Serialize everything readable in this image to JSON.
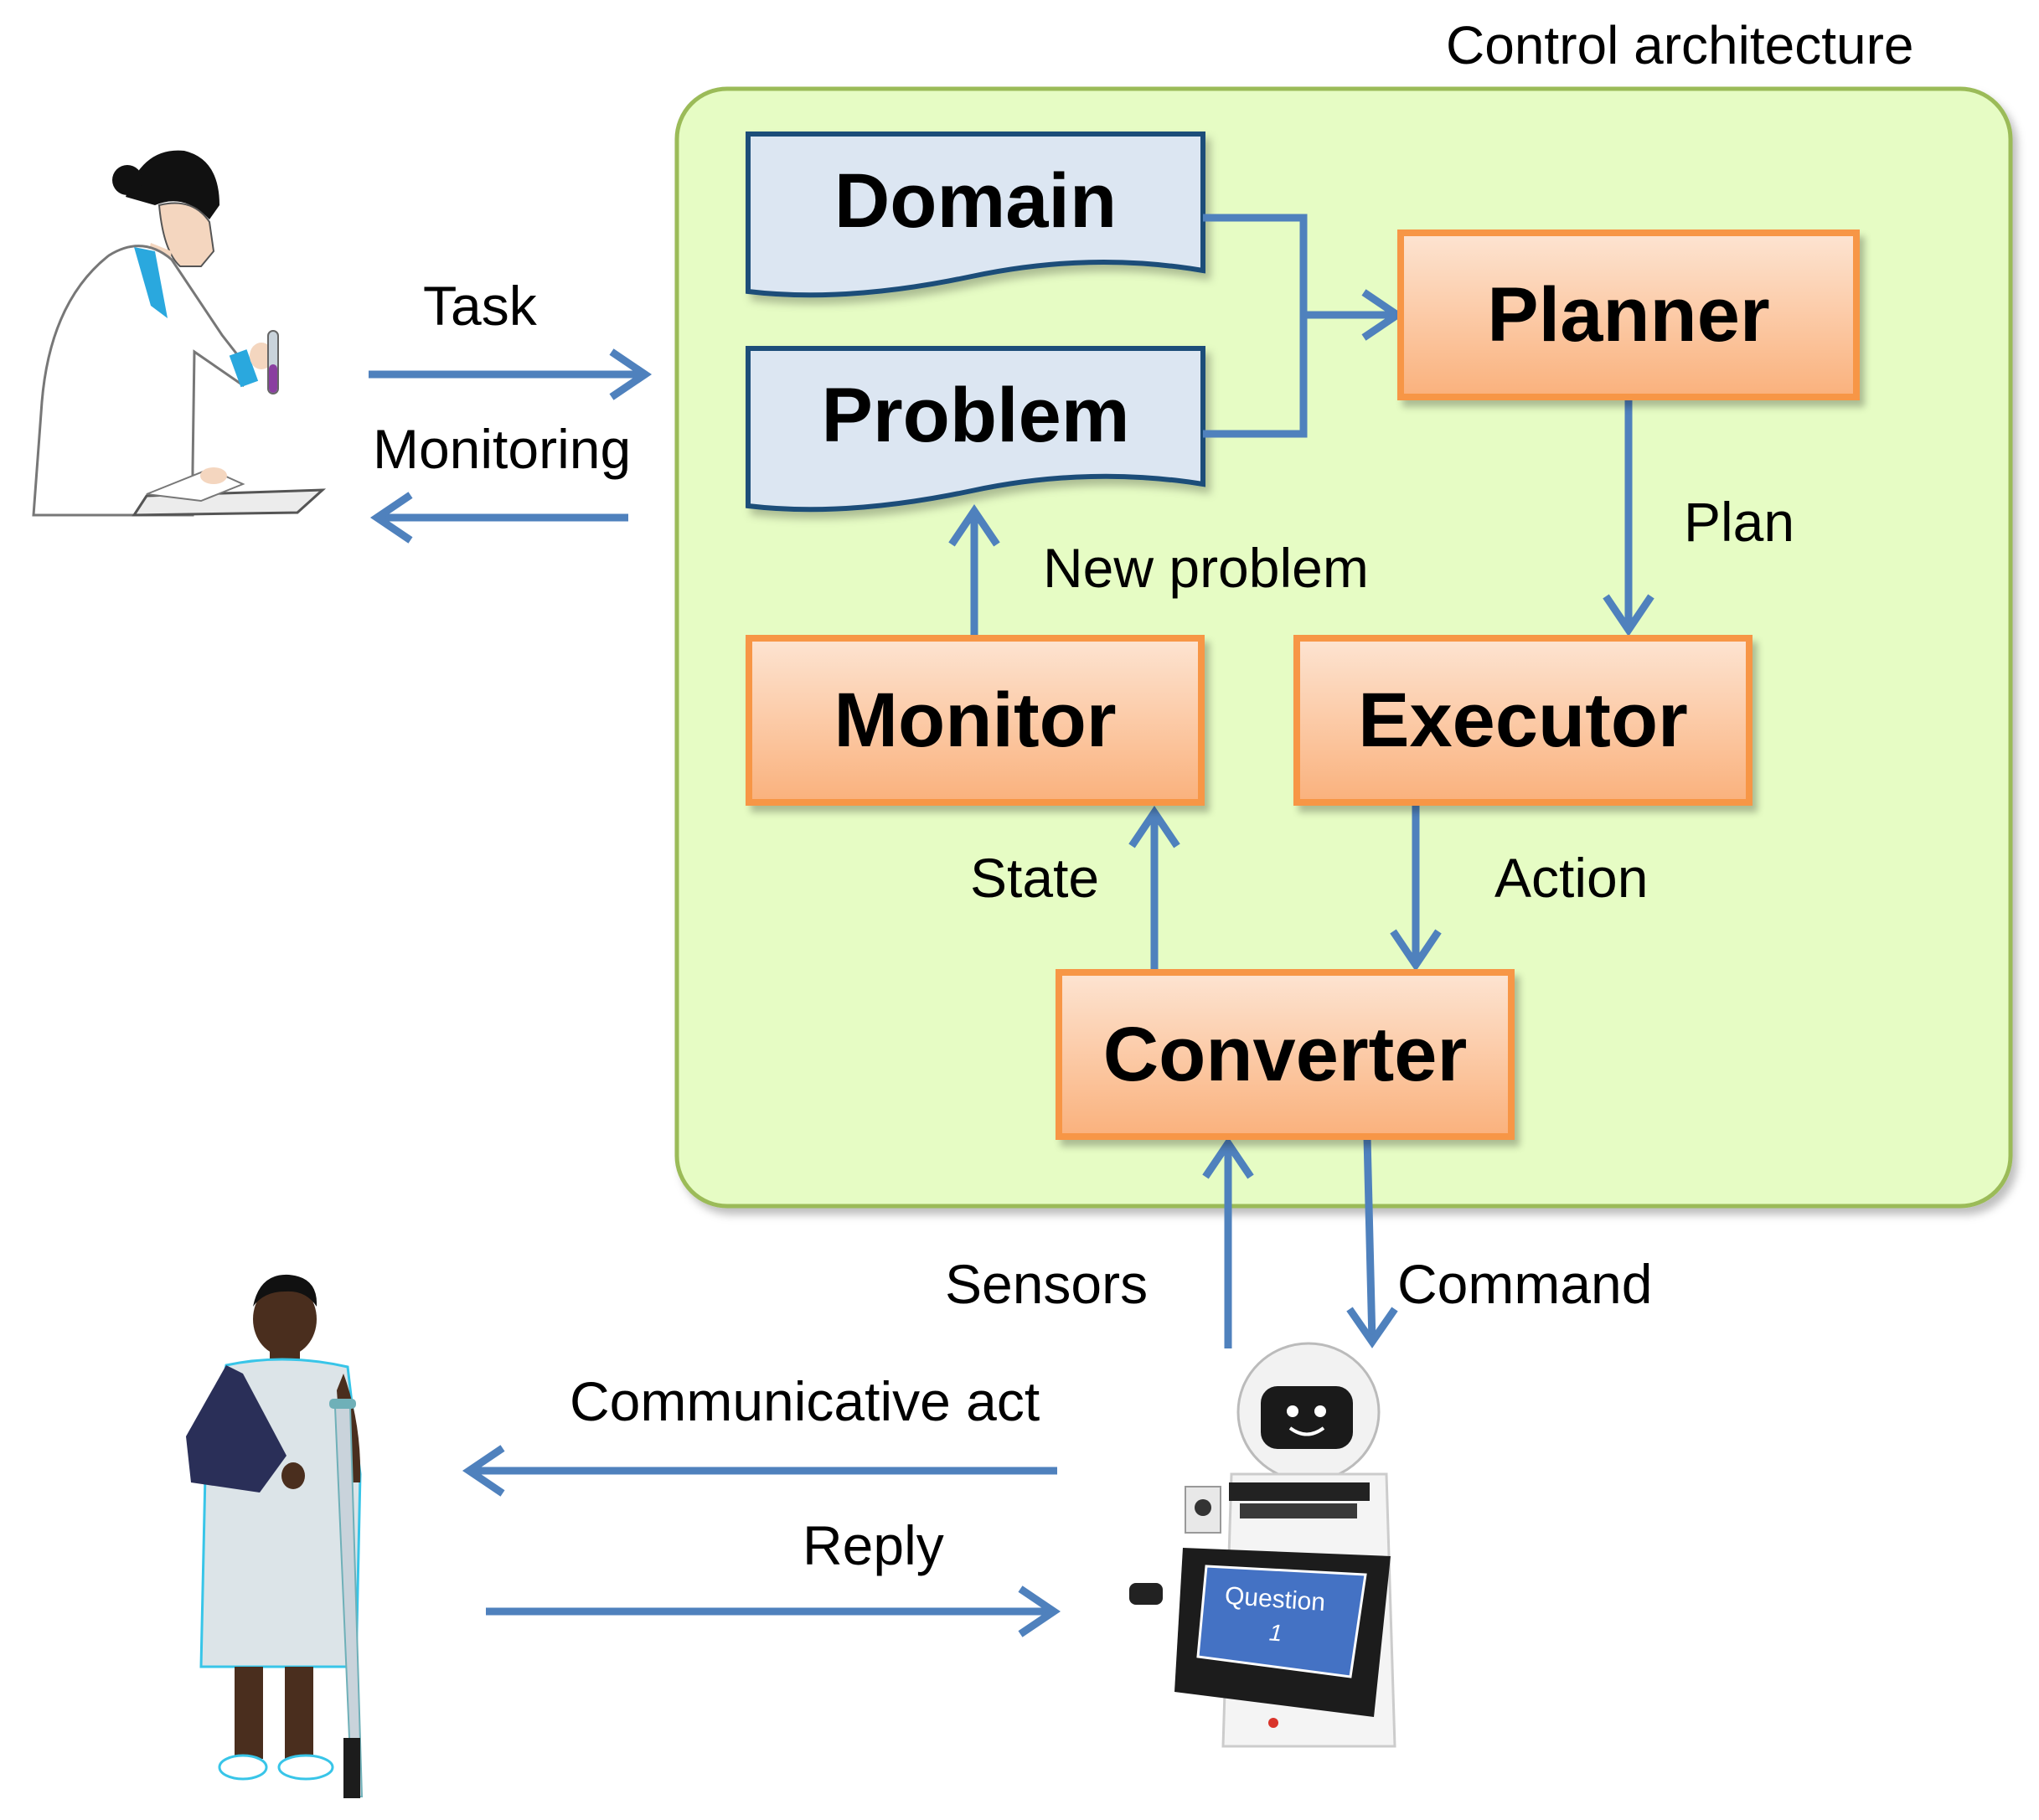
{
  "title": "Control architecture",
  "nodes": {
    "domain": "Domain",
    "problem": "Problem",
    "planner": "Planner",
    "monitor": "Monitor",
    "executor": "Executor",
    "converter": "Converter"
  },
  "edges": {
    "task": "Task",
    "monitoring": "Monitoring",
    "plan": "Plan",
    "new_problem": "New problem",
    "state": "State",
    "action": "Action",
    "sensors": "Sensors",
    "command": "Command",
    "communicative_act": "Communicative act",
    "reply": "Reply"
  },
  "robot_screen": {
    "line1": "Question",
    "line2": "1"
  },
  "colors": {
    "arrow": "#4f81bd",
    "panel_fill": "#e6fcc4",
    "panel_border": "#9bbb59",
    "module_border": "#f79646",
    "document_fill": "#dce6f2",
    "document_border": "#1f4e79"
  },
  "icons": [
    "nurse-illustration",
    "patient-illustration",
    "robot-illustration"
  ]
}
